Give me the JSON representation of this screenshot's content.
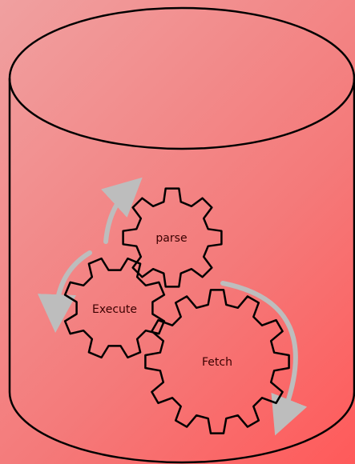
{
  "diagram": {
    "gears": {
      "parse": {
        "label": "parse"
      },
      "execute": {
        "label": "Execute"
      },
      "fetch": {
        "label": "Fetch"
      }
    },
    "colors": {
      "background_top_left": "#f0a0a0",
      "background_bottom_right": "#ff5a5a",
      "outline": "#000000",
      "arrow": "#bdbdbd"
    },
    "icons": [
      "database-cylinder-icon",
      "gear-icon",
      "rotate-arrow-icon"
    ]
  }
}
